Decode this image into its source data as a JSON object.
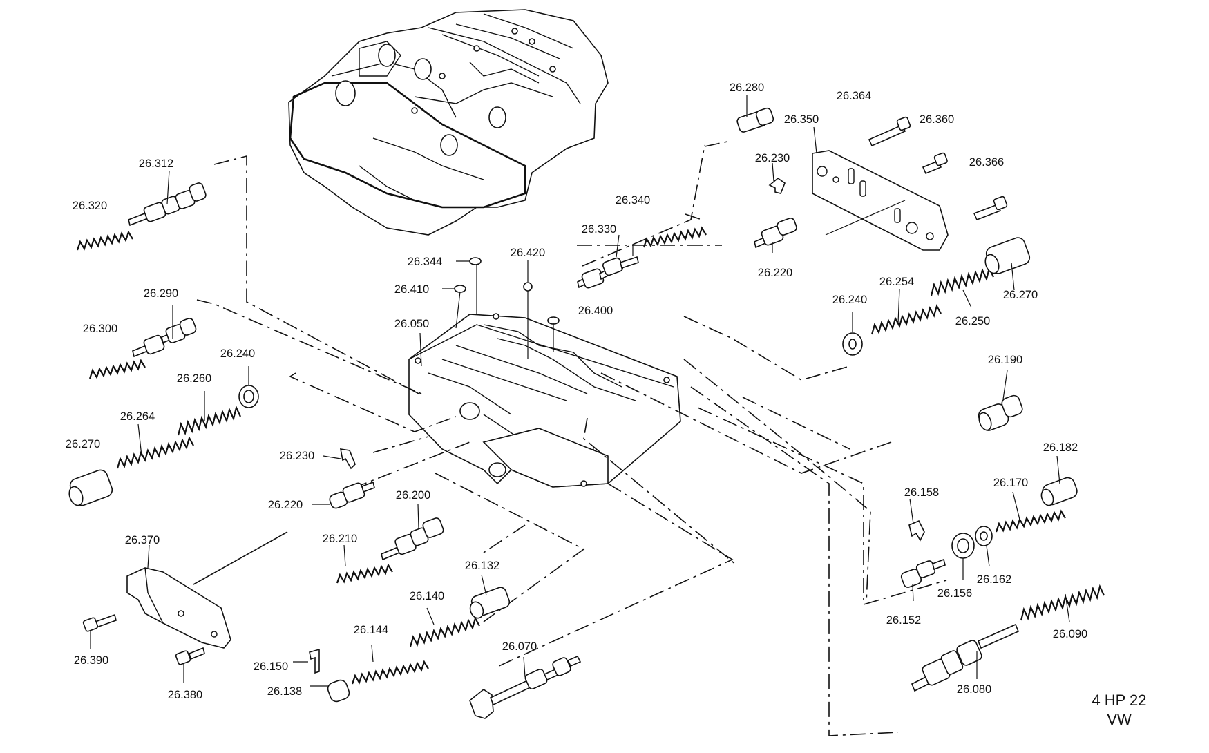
{
  "diagram": {
    "caption_model": "4 HP 22",
    "caption_make": "VW",
    "part_labels": {
      "p26_280": "26.280",
      "p26_364": "26.364",
      "p26_350": "26.350",
      "p26_360": "26.360",
      "p26_230a": "26.230",
      "p26_366": "26.366",
      "p26_312": "26.312",
      "p26_340": "26.340",
      "p26_320": "26.320",
      "p26_330": "26.330",
      "p26_220a": "26.220",
      "p26_344": "26.344",
      "p26_420": "26.420",
      "p26_254": "26.254",
      "p26_270a": "26.270",
      "p26_410": "26.410",
      "p26_290": "26.290",
      "p26_240a": "26.240",
      "p26_400": "26.400",
      "p26_250": "26.250",
      "p26_050": "26.050",
      "p26_300": "26.300",
      "p26_240b": "26.240",
      "p26_190": "26.190",
      "p26_260": "26.260",
      "p26_264": "26.264",
      "p26_270b": "26.270",
      "p26_182": "26.182",
      "p26_230b": "26.230",
      "p26_158": "26.158",
      "p26_170": "26.170",
      "p26_220b": "26.220",
      "p26_200": "26.200",
      "p26_370": "26.370",
      "p26_210": "26.210",
      "p26_162": "26.162",
      "p26_156": "26.156",
      "p26_132": "26.132",
      "p26_140": "26.140",
      "p26_152": "26.152",
      "p26_090": "26.090",
      "p26_144": "26.144",
      "p26_070": "26.070",
      "p26_390": "26.390",
      "p26_150": "26.150",
      "p26_080": "26.080",
      "p26_138": "26.138",
      "p26_380": "26.380"
    }
  }
}
